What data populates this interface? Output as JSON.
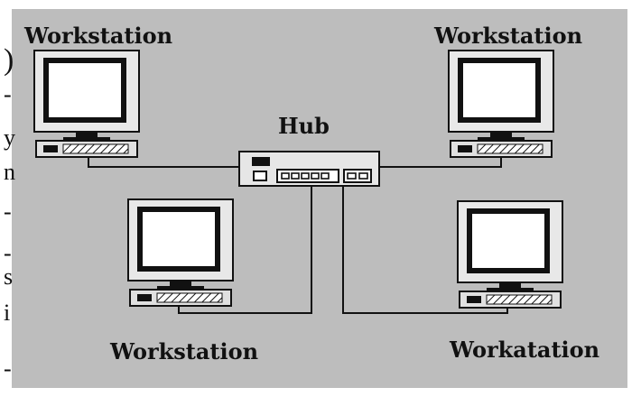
{
  "labels": {
    "hub": "Hub",
    "ws_top_left": "Workstation",
    "ws_top_right": "Workstation",
    "ws_bottom_left": "Workstation",
    "ws_bottom_right": "Workatation"
  },
  "left_edge_fragments": [
    ")",
    "-",
    "y",
    "n",
    "-",
    "-",
    "s",
    "i",
    "-"
  ],
  "colors": {
    "background": "#bdbdbd",
    "line": "#111111",
    "screen": "#ffffff"
  }
}
